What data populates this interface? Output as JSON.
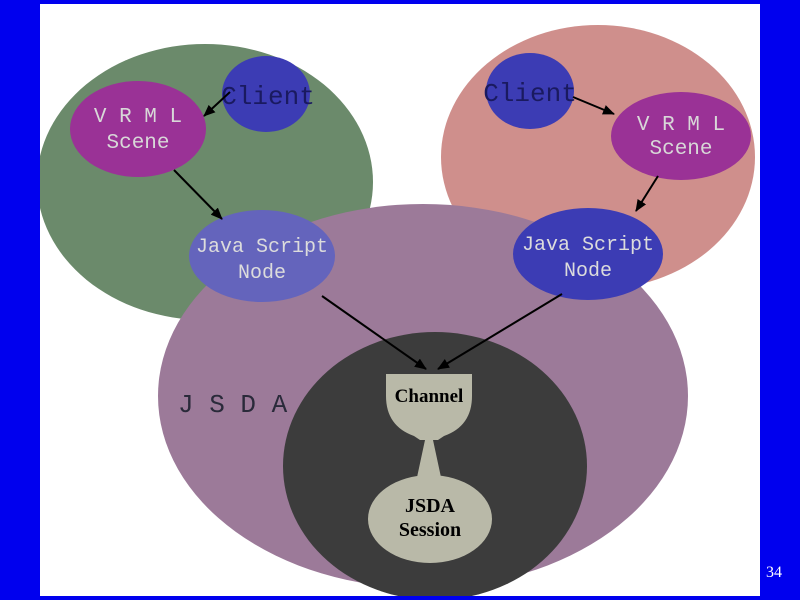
{
  "diagram": {
    "left_client": {
      "label": "Client"
    },
    "left_scene": {
      "line1": "V R M L",
      "line2": "Scene"
    },
    "left_js_node": {
      "line1": "Java Script",
      "line2": "Node"
    },
    "right_client": {
      "label": "Client"
    },
    "right_scene": {
      "line1": "V R M L",
      "line2": "Scene"
    },
    "right_js_node": {
      "line1": "Java Script",
      "line2": "Node"
    },
    "jsda": {
      "label": "J S D A"
    },
    "channel": {
      "label": "Channel"
    },
    "session": {
      "line1": "JSDA",
      "line2": "Session"
    }
  },
  "colors": {
    "frame": "#0000ee",
    "left_region": "#6b8a6b",
    "right_region": "#cf8f8c",
    "jsda_region": "#9c7a99",
    "inner_region": "#3c3c3c",
    "client": "#3c3cb4",
    "scene": "#9a3296",
    "js_node_left": "#6464bc",
    "js_node_right": "#3c3cb4",
    "channel": "#b9b9a8"
  },
  "page_number": "34"
}
